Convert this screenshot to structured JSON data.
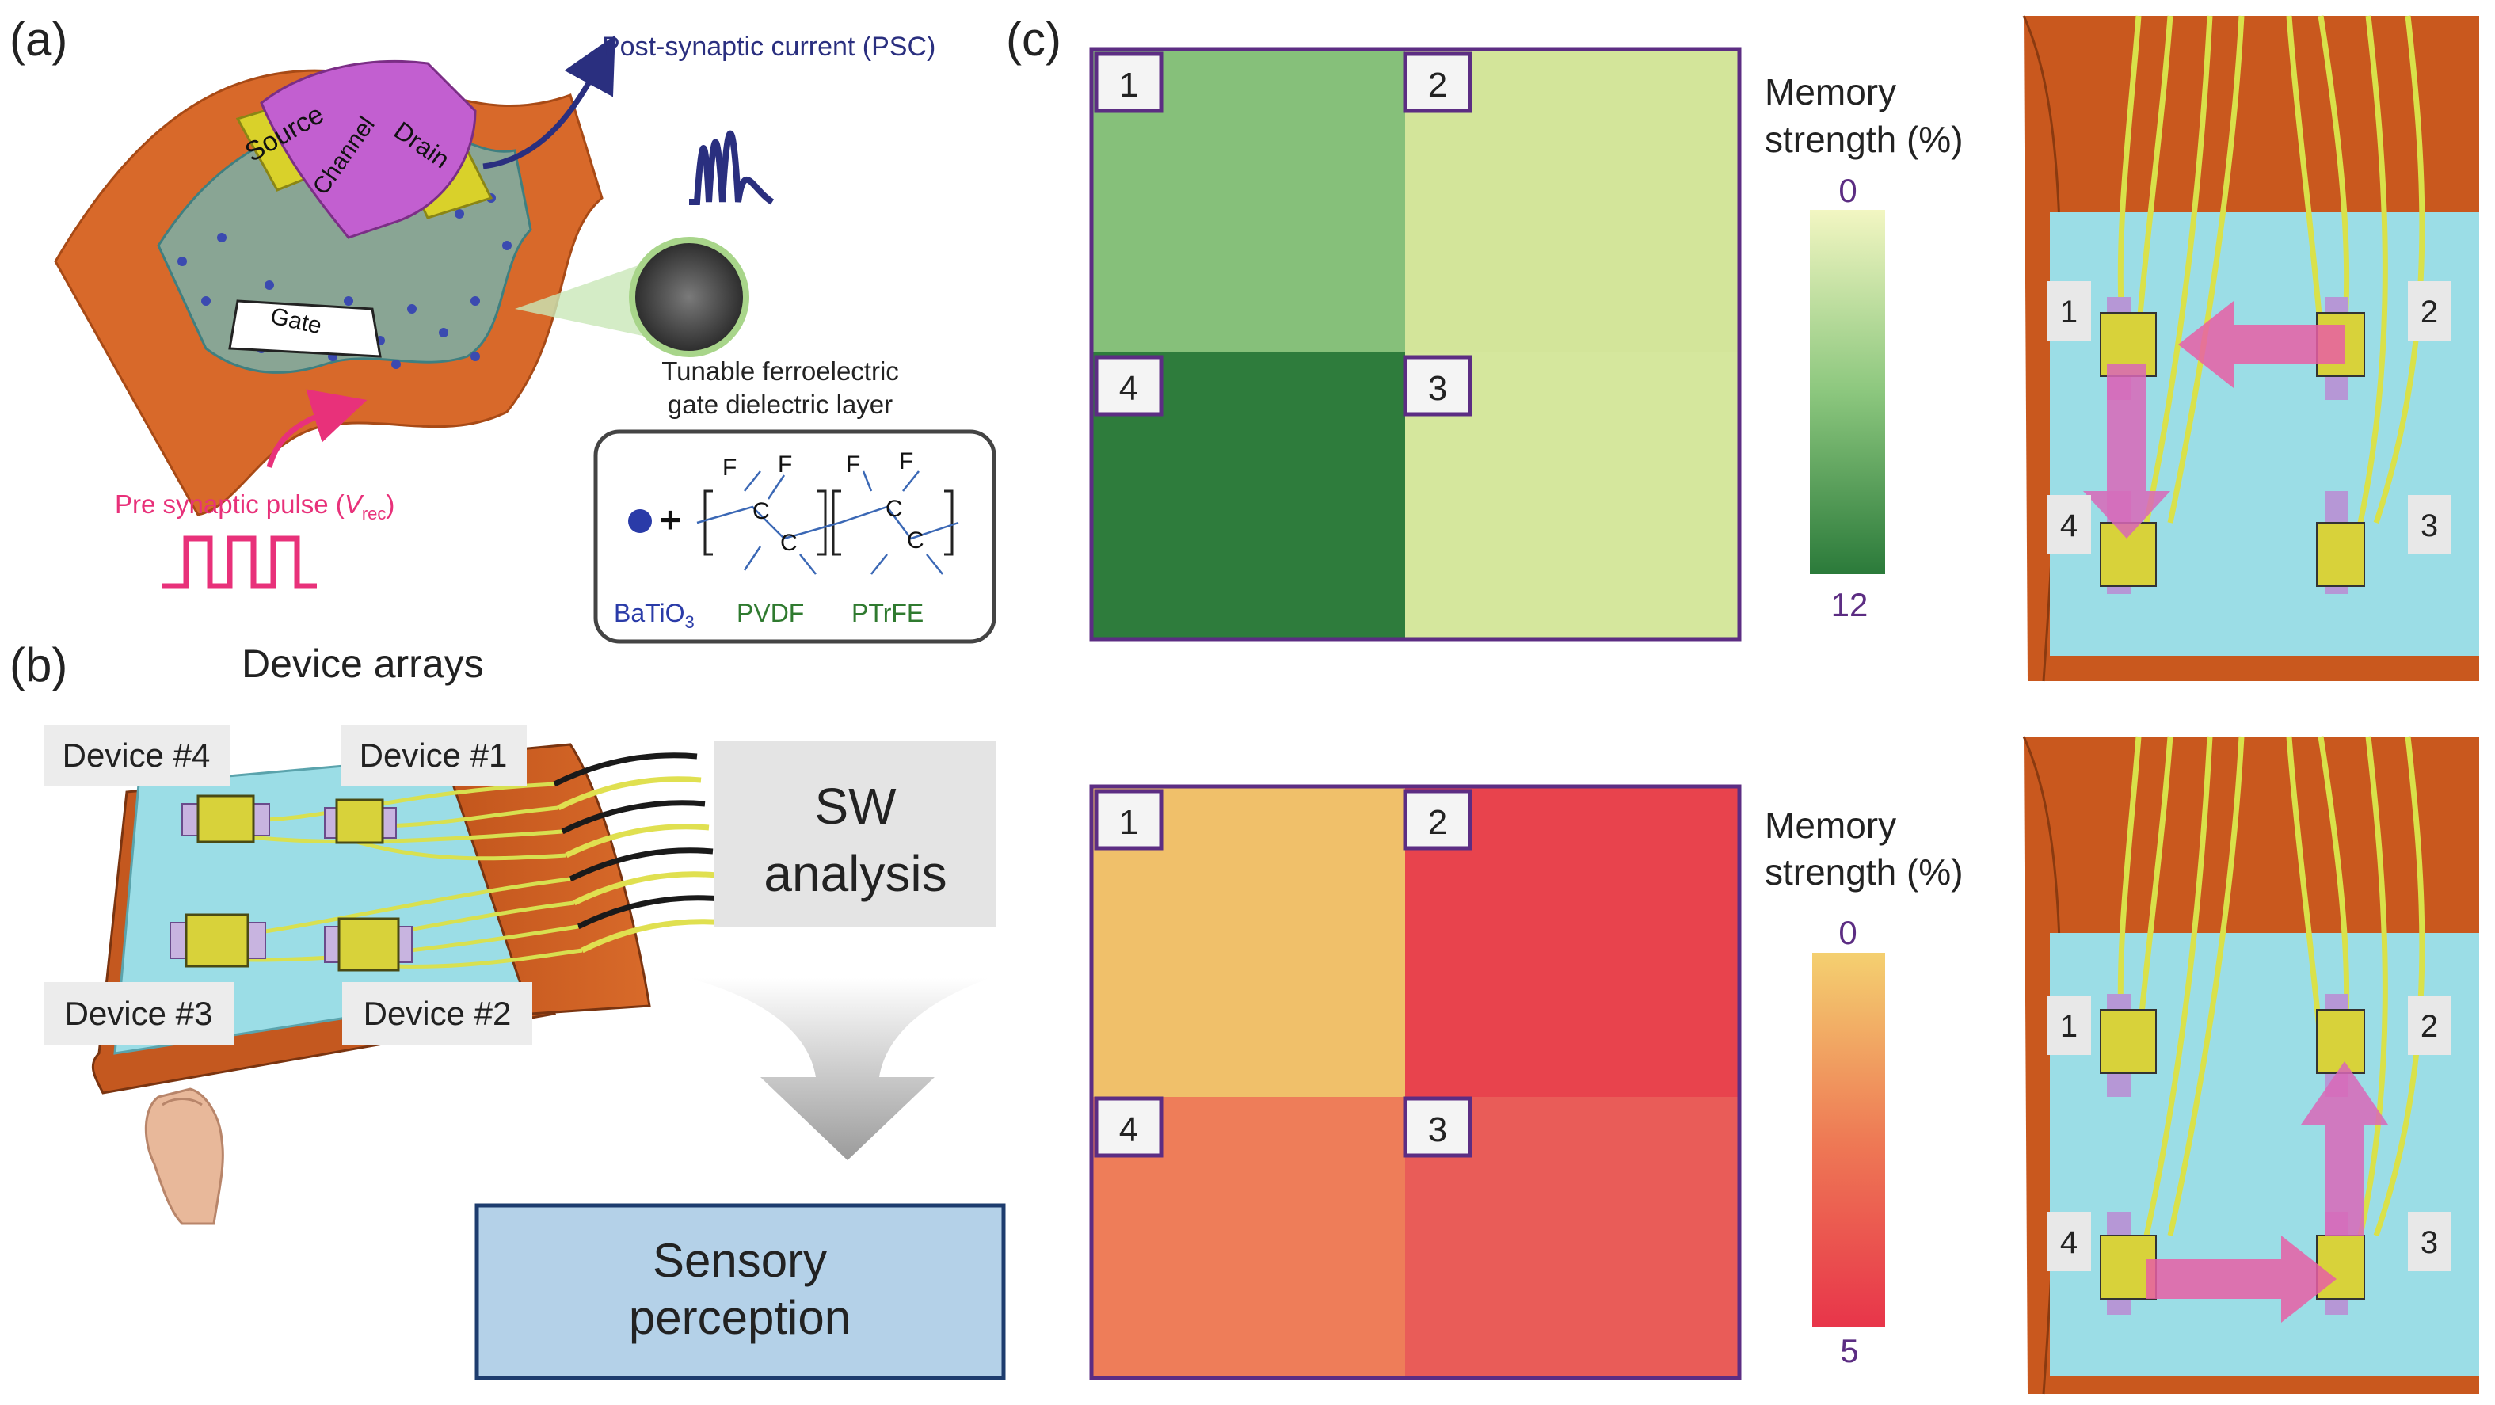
{
  "panel_a": {
    "label": "(a)",
    "source_label": "Source",
    "channel_label": "Channel",
    "drain_label": "Drain",
    "gate_label": "Gate",
    "psc_label": "Post-synaptic current (PSC)",
    "dielectric_line1": "Tunable ferroelectric",
    "dielectric_line2": "gate dielectric layer",
    "pulse_label": "Pre synaptic pulse (",
    "pulse_var": "V",
    "pulse_sub": "rec",
    "pulse_close": ")",
    "plus": "+",
    "atom_f": "F",
    "atom_c": "C",
    "batio3_main": "BaTiO",
    "batio3_sub": "3",
    "pvdf": "PVDF",
    "ptrfe": "PTrFE"
  },
  "panel_b": {
    "label": "(b)",
    "title": "Device arrays",
    "device4": "Device #4",
    "device1": "Device #1",
    "device3": "Device #3",
    "device2": "Device #2",
    "sw_line1": "SW",
    "sw_line2": "analysis",
    "sensory_line1": "Sensory",
    "sensory_line2": "perception"
  },
  "panel_c": {
    "label": "(c)",
    "top_map": {
      "cells": [
        "1",
        "2",
        "3",
        "4"
      ],
      "legend_line1": "Memory",
      "legend_line2": "strength (%)",
      "scale_min": "0",
      "scale_max": "12",
      "colors": {
        "cell1": "#86c07a",
        "cell2": "#d3e59a",
        "cell3": "#d5e79d",
        "cell4": "#2e7c3c",
        "scale_top": "#f2f6c2",
        "scale_bottom": "#2b7a3a"
      }
    },
    "bottom_map": {
      "cells": [
        "1",
        "2",
        "3",
        "4"
      ],
      "legend_line1": "Memory",
      "legend_line2": "strength (%)",
      "scale_min": "0",
      "scale_max": "5",
      "colors": {
        "cell1": "#f0c06a",
        "cell2": "#e8434d",
        "cell3": "#e95c58",
        "cell4": "#ee7d59",
        "scale_top": "#f4d070",
        "scale_bottom": "#e8354a"
      }
    },
    "top_device_labels": [
      "1",
      "2",
      "4",
      "3"
    ],
    "bottom_device_labels": [
      "1",
      "2",
      "4",
      "3"
    ]
  },
  "colors": {
    "substrate": "#c9581e",
    "device_bg": "#9bdde6",
    "frame": "#5c2d83",
    "accent_pink": "#e8317a",
    "accent_navy": "#2a2f7f"
  }
}
